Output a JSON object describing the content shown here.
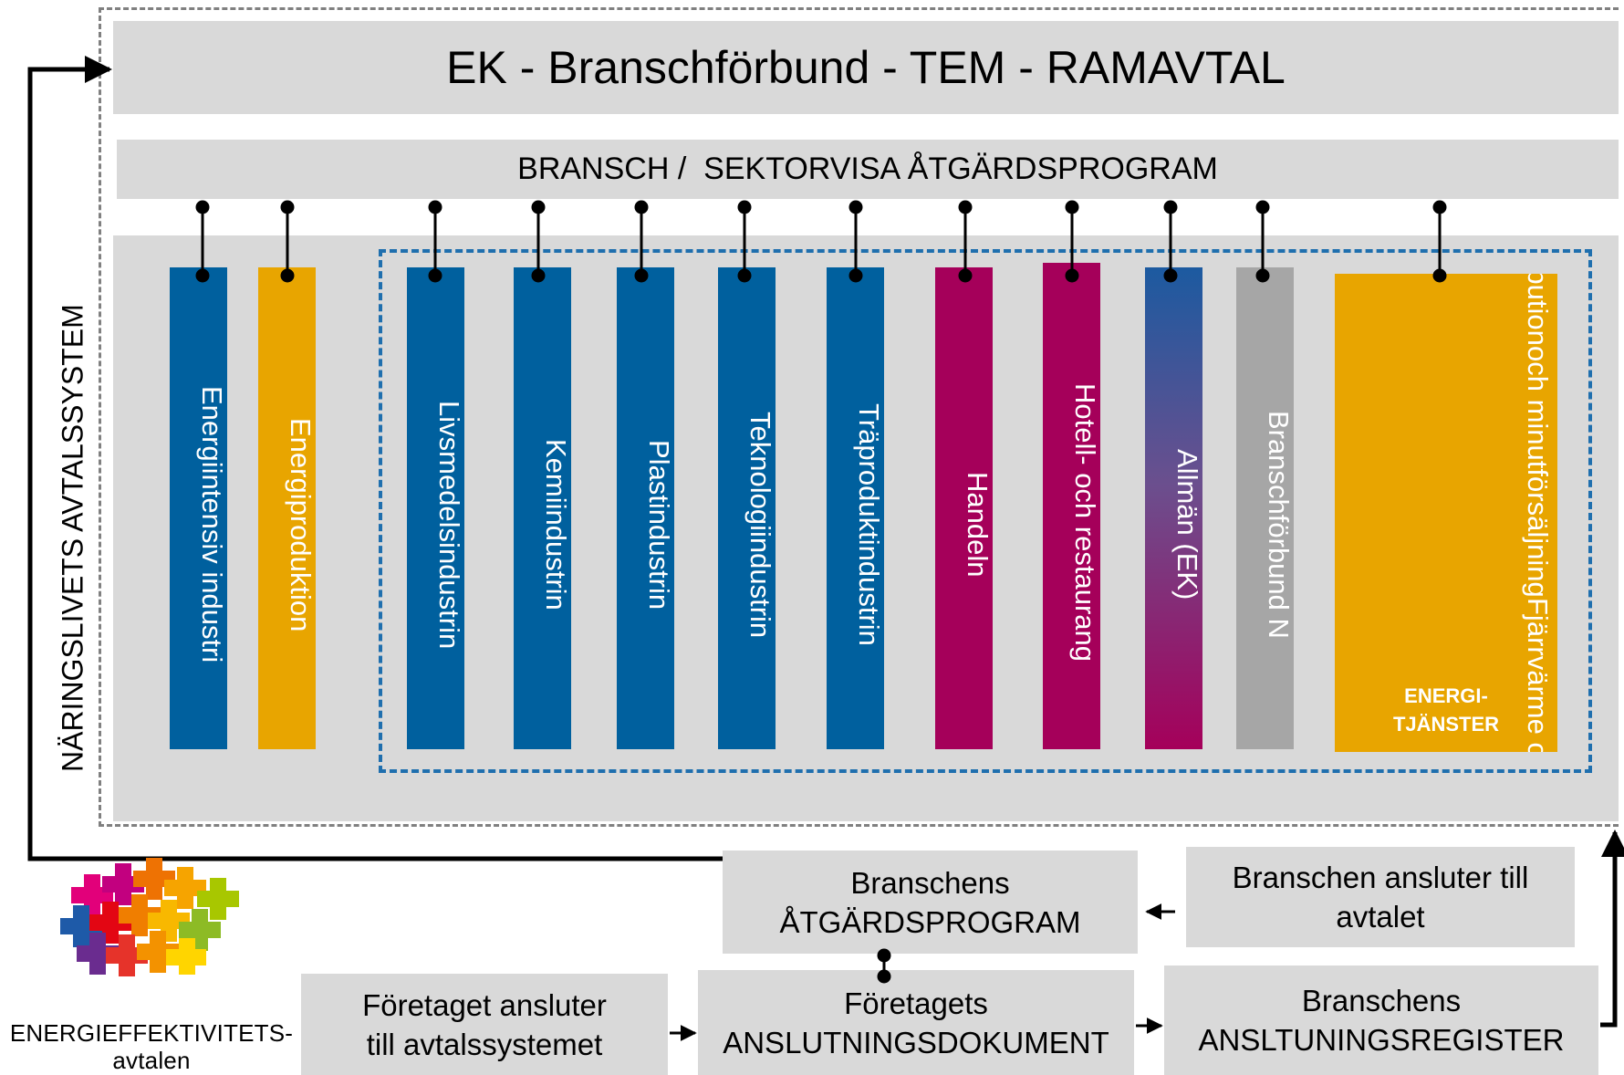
{
  "title": "EK - Branschförbund - TEM - RAMAVTAL",
  "program_header": "BRANSCH /  SEKTORVISA ÅTGÄRDSPROGRAM",
  "side_label": "NÄRINGSLIVETS AVTALSSYSTEM",
  "columns": [
    {
      "label": "Energiintensiv industri",
      "color": "#00609e"
    },
    {
      "label": "Energiproduktion",
      "color": "#e8a500"
    },
    {
      "label": "Livsmedelsindustrin",
      "color": "#00609e"
    },
    {
      "label": "Kemiindustrin",
      "color": "#00609e"
    },
    {
      "label": "Plastindustrin",
      "color": "#00609e"
    },
    {
      "label": "Teknologiindustrin",
      "color": "#00609e"
    },
    {
      "label": "Träproduktindustrin",
      "color": "#00609e"
    },
    {
      "label": "Handeln",
      "color": "#a5005a"
    },
    {
      "label": "Hotell- och restaurang",
      "color": "#a5005a"
    },
    {
      "label": "Allmän (EK)",
      "color": "gradient"
    },
    {
      "label": "Branschförbund N",
      "color": "#a6a6a6"
    }
  ],
  "energy_services": {
    "lines": [
      "Överföring, distribution",
      "och minutförsäljning",
      "Fjärrvärme och fjärrkyla"
    ],
    "badge_line1": "ENERGI-",
    "badge_line2": "TJÄNSTER",
    "color": "#e8a500"
  },
  "flow": {
    "atgardsprogram_line1": "Branschens",
    "atgardsprogram_line2": "ÅTGÄRDSPROGRAM",
    "branschen_ansluter_line1": "Branschen ansluter till",
    "branschen_ansluter_line2": "avtalet",
    "foretaget_ansluter_line1": "Företaget ansluter",
    "foretaget_ansluter_line2": "till avtalssystemet",
    "anslutningsdokument_line1": "Företagets",
    "anslutningsdokument_line2": "ANSLUTNINGSDOKUMENT",
    "register_line1": "Branschens",
    "register_line2": "ANSLTUNINGSREGISTER"
  },
  "logo": {
    "line1": "ENERGIEFFEKTIVITETS-",
    "line2": "avtalen"
  },
  "colors": {
    "panel_gray": "#d9d9d9",
    "blue": "#00609e",
    "orange": "#e8a500",
    "magenta": "#a5005a",
    "gray_column": "#a6a6a6",
    "dashed_blue": "#1f6fae"
  }
}
